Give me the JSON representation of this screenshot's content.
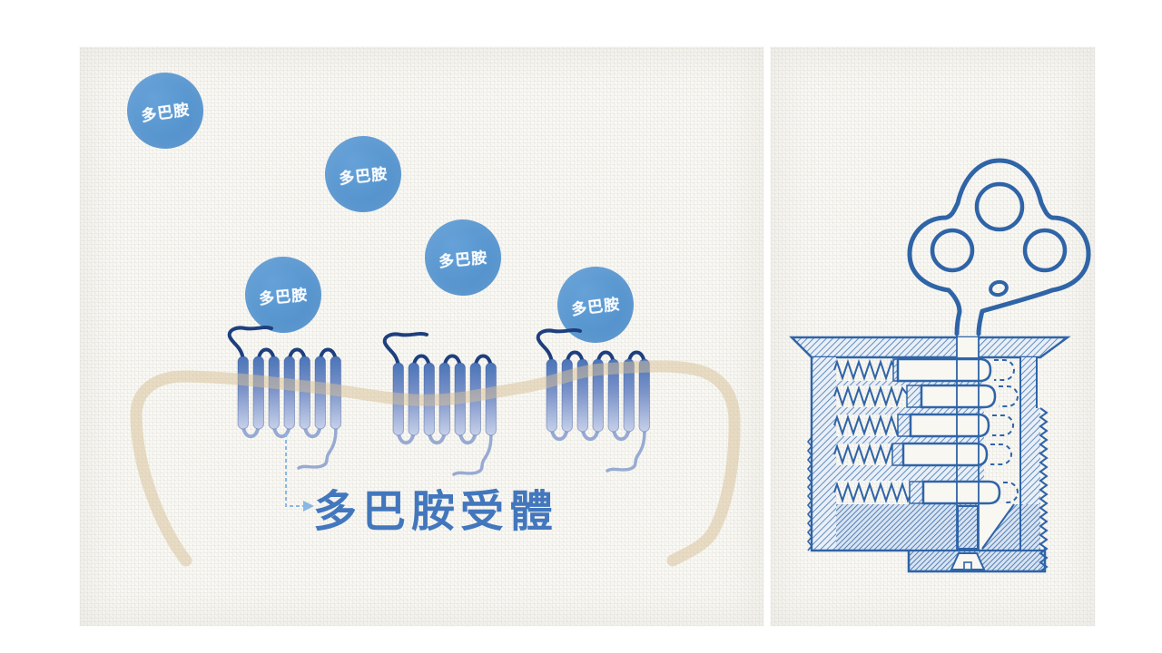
{
  "left_panel": {
    "molecules": [
      {
        "label": "多巴胺"
      },
      {
        "label": "多巴胺"
      },
      {
        "label": "多巴胺"
      },
      {
        "label": "多巴胺"
      },
      {
        "label": "多巴胺"
      }
    ],
    "receptor_label": "多巴胺受體",
    "receptor_count": 3
  },
  "right_panel": {
    "illustration": "windup-key-lock-drawing"
  },
  "colors": {
    "paper": "#f8f7f2",
    "molecule_blue": "#5795cf",
    "membrane_tan": "#d8c096",
    "helix_dark": "#4a74b8",
    "helix_light": "#c6d0e9",
    "loop_dark": "#1e3f7e",
    "loop_light": "#97aad2",
    "label_blue": "#4377bd",
    "callout_blue": "#8ab8e2",
    "ink_blue": "#2f64a7"
  }
}
